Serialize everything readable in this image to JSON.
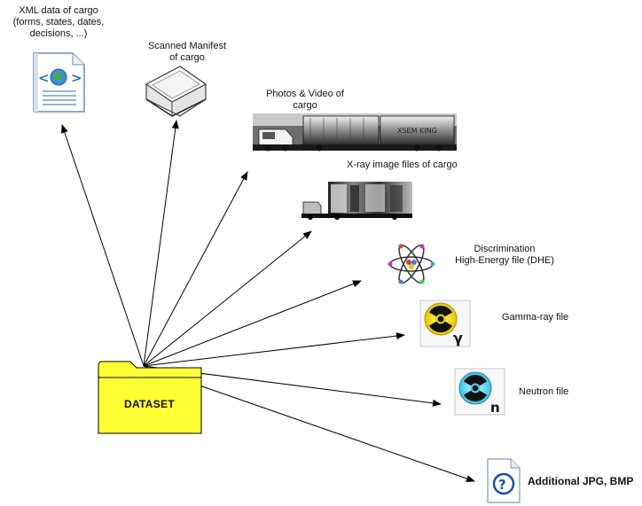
{
  "center_node": {
    "label": "DATASET",
    "icon": "folder-icon",
    "fill_color": "#ffff33"
  },
  "items": [
    {
      "id": "xml",
      "icon": "xml-document-icon",
      "label_lines": [
        "XML data of cargo",
        "(forms, states, dates,",
        "decisions, ...)"
      ]
    },
    {
      "id": "manifest",
      "icon": "scanner-icon",
      "label_lines": [
        "Scanned Manifest",
        "of cargo"
      ]
    },
    {
      "id": "photos",
      "icon": "truck-photo-icon",
      "label_lines": [
        "Photos & Video of",
        "cargo"
      ]
    },
    {
      "id": "xray",
      "icon": "xray-image-icon",
      "label_lines": [
        "X-ray image files of cargo"
      ]
    },
    {
      "id": "dhe",
      "icon": "atom-icon",
      "label_lines": [
        "Discrimination",
        "High-Energy file (DHE)"
      ]
    },
    {
      "id": "gamma",
      "icon": "radiation-gamma-icon",
      "label_lines": [
        "Gamma-ray file"
      ]
    },
    {
      "id": "neutron",
      "icon": "radiation-neutron-icon",
      "label_lines": [
        "Neutron file"
      ]
    },
    {
      "id": "jpg",
      "icon": "help-file-icon",
      "label_lines": [
        "Additional JPG, BMP"
      ]
    }
  ],
  "container_text": "XSEM KING"
}
